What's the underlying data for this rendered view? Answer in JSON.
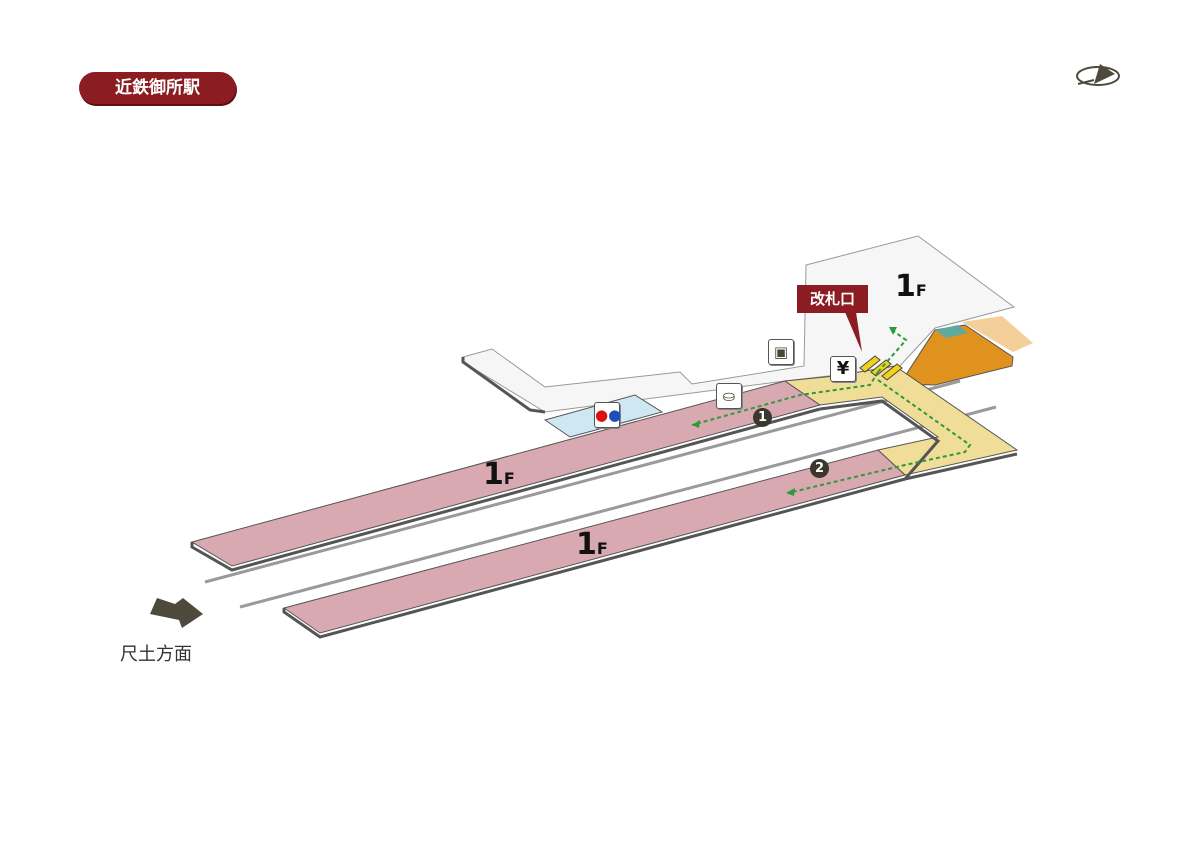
{
  "station_title": "近鉄御所駅",
  "floor_labels": [
    {
      "num": "1",
      "unit": "F"
    },
    {
      "num": "1",
      "unit": "F"
    },
    {
      "num": "1",
      "unit": "F"
    }
  ],
  "ticket_gate_label": "改札口",
  "platform_numbers": [
    "1",
    "2"
  ],
  "direction_label": "尺土方面",
  "icons": {
    "ticket_machine": "¥",
    "toilet": "toilet-icon",
    "locker": "coin-locker-icon",
    "waiting": "waiting-room-icon",
    "compass": "north-arrow-icon"
  },
  "colors": {
    "accent": "#8b1c22",
    "platform": "#d8a9b0",
    "concourse": "#efdd98",
    "route": "#2e9a3a"
  }
}
